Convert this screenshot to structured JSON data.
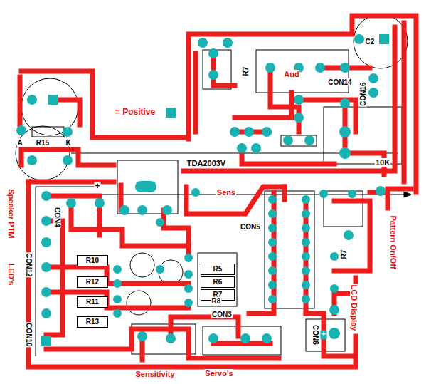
{
  "diagram": {
    "nodes": [
      {
        "text": [
          "R10"
        ]
      },
      {
        "text": [
          "R12"
        ]
      },
      {
        "text": [
          "R11"
        ]
      },
      {
        "text": [
          "R13"
        ]
      },
      {
        "text": [
          "R5"
        ]
      },
      {
        "text": [
          "R6"
        ]
      },
      {
        "text": [
          "R7"
        ]
      }
    ],
    "labels": [
      "= Positive",
      "A",
      "K",
      "R15",
      "TDA2003V",
      "10K",
      "Aud",
      "CON14",
      "CON16",
      "Speaker PTM",
      "CON4",
      "LED's",
      "CON12",
      "CON10",
      "CON5",
      "Sens",
      "CON3",
      "CON6",
      "LCD Display",
      "Pattern On/Off",
      "Servo's",
      "Sensitivity",
      "+",
      "+",
      "R7",
      "R7",
      "C2",
      "R8"
    ]
  }
}
